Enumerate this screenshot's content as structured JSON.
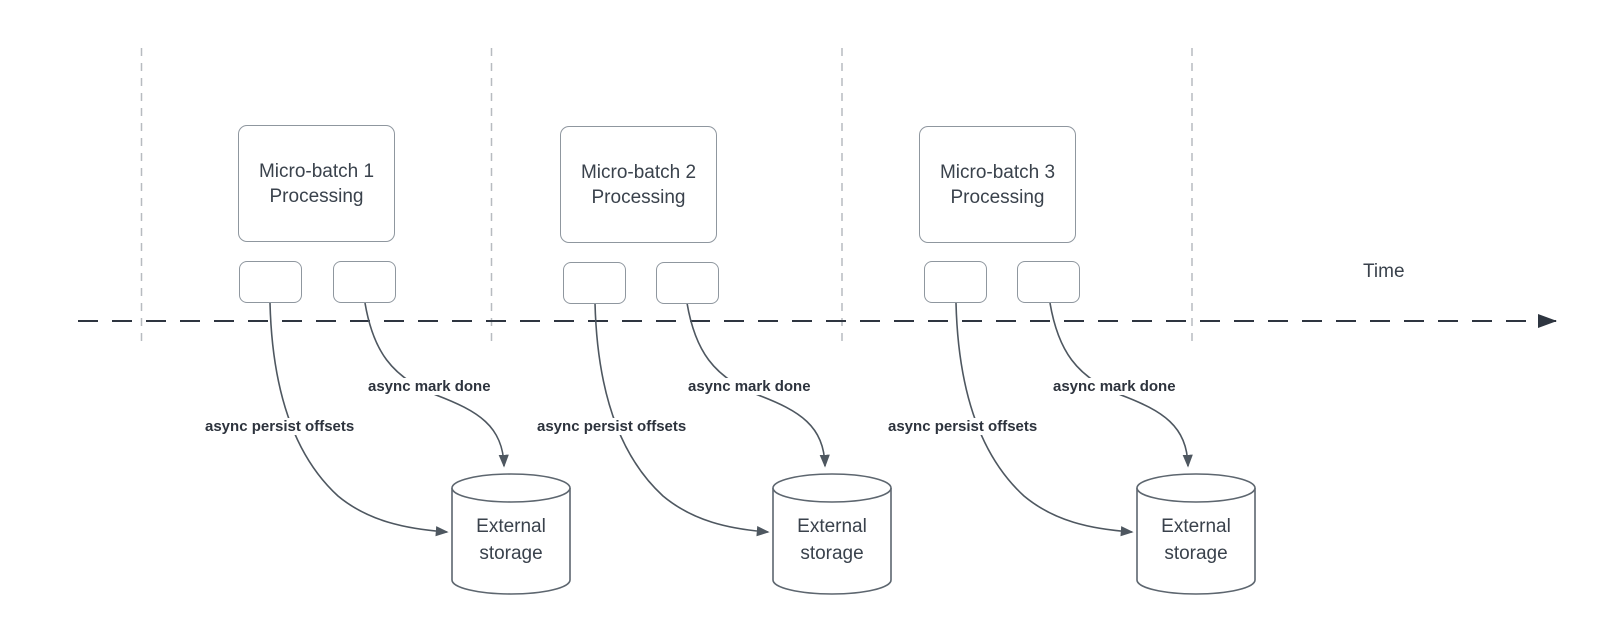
{
  "timeline": {
    "label": "Time"
  },
  "colors": {
    "timeline_axis": "#2e3540",
    "separator_dashed": "#b7bbc0",
    "shape_border": "#8f979f",
    "cylinder_stroke": "#5d666f",
    "arrow_stroke": "#4e5760",
    "text": "#3a424c"
  },
  "batches": [
    {
      "processing_label": "Micro-batch 1 Processing",
      "persist_arrow_label": "async persist offsets",
      "mark_done_arrow_label": "async mark done",
      "storage_label": "External storage"
    },
    {
      "processing_label": "Micro-batch 2 Processing",
      "persist_arrow_label": "async persist offsets",
      "mark_done_arrow_label": "async mark done",
      "storage_label": "External storage"
    },
    {
      "processing_label": "Micro-batch 3 Processing",
      "persist_arrow_label": "async persist offsets",
      "mark_done_arrow_label": "async mark done",
      "storage_label": "External storage"
    }
  ]
}
